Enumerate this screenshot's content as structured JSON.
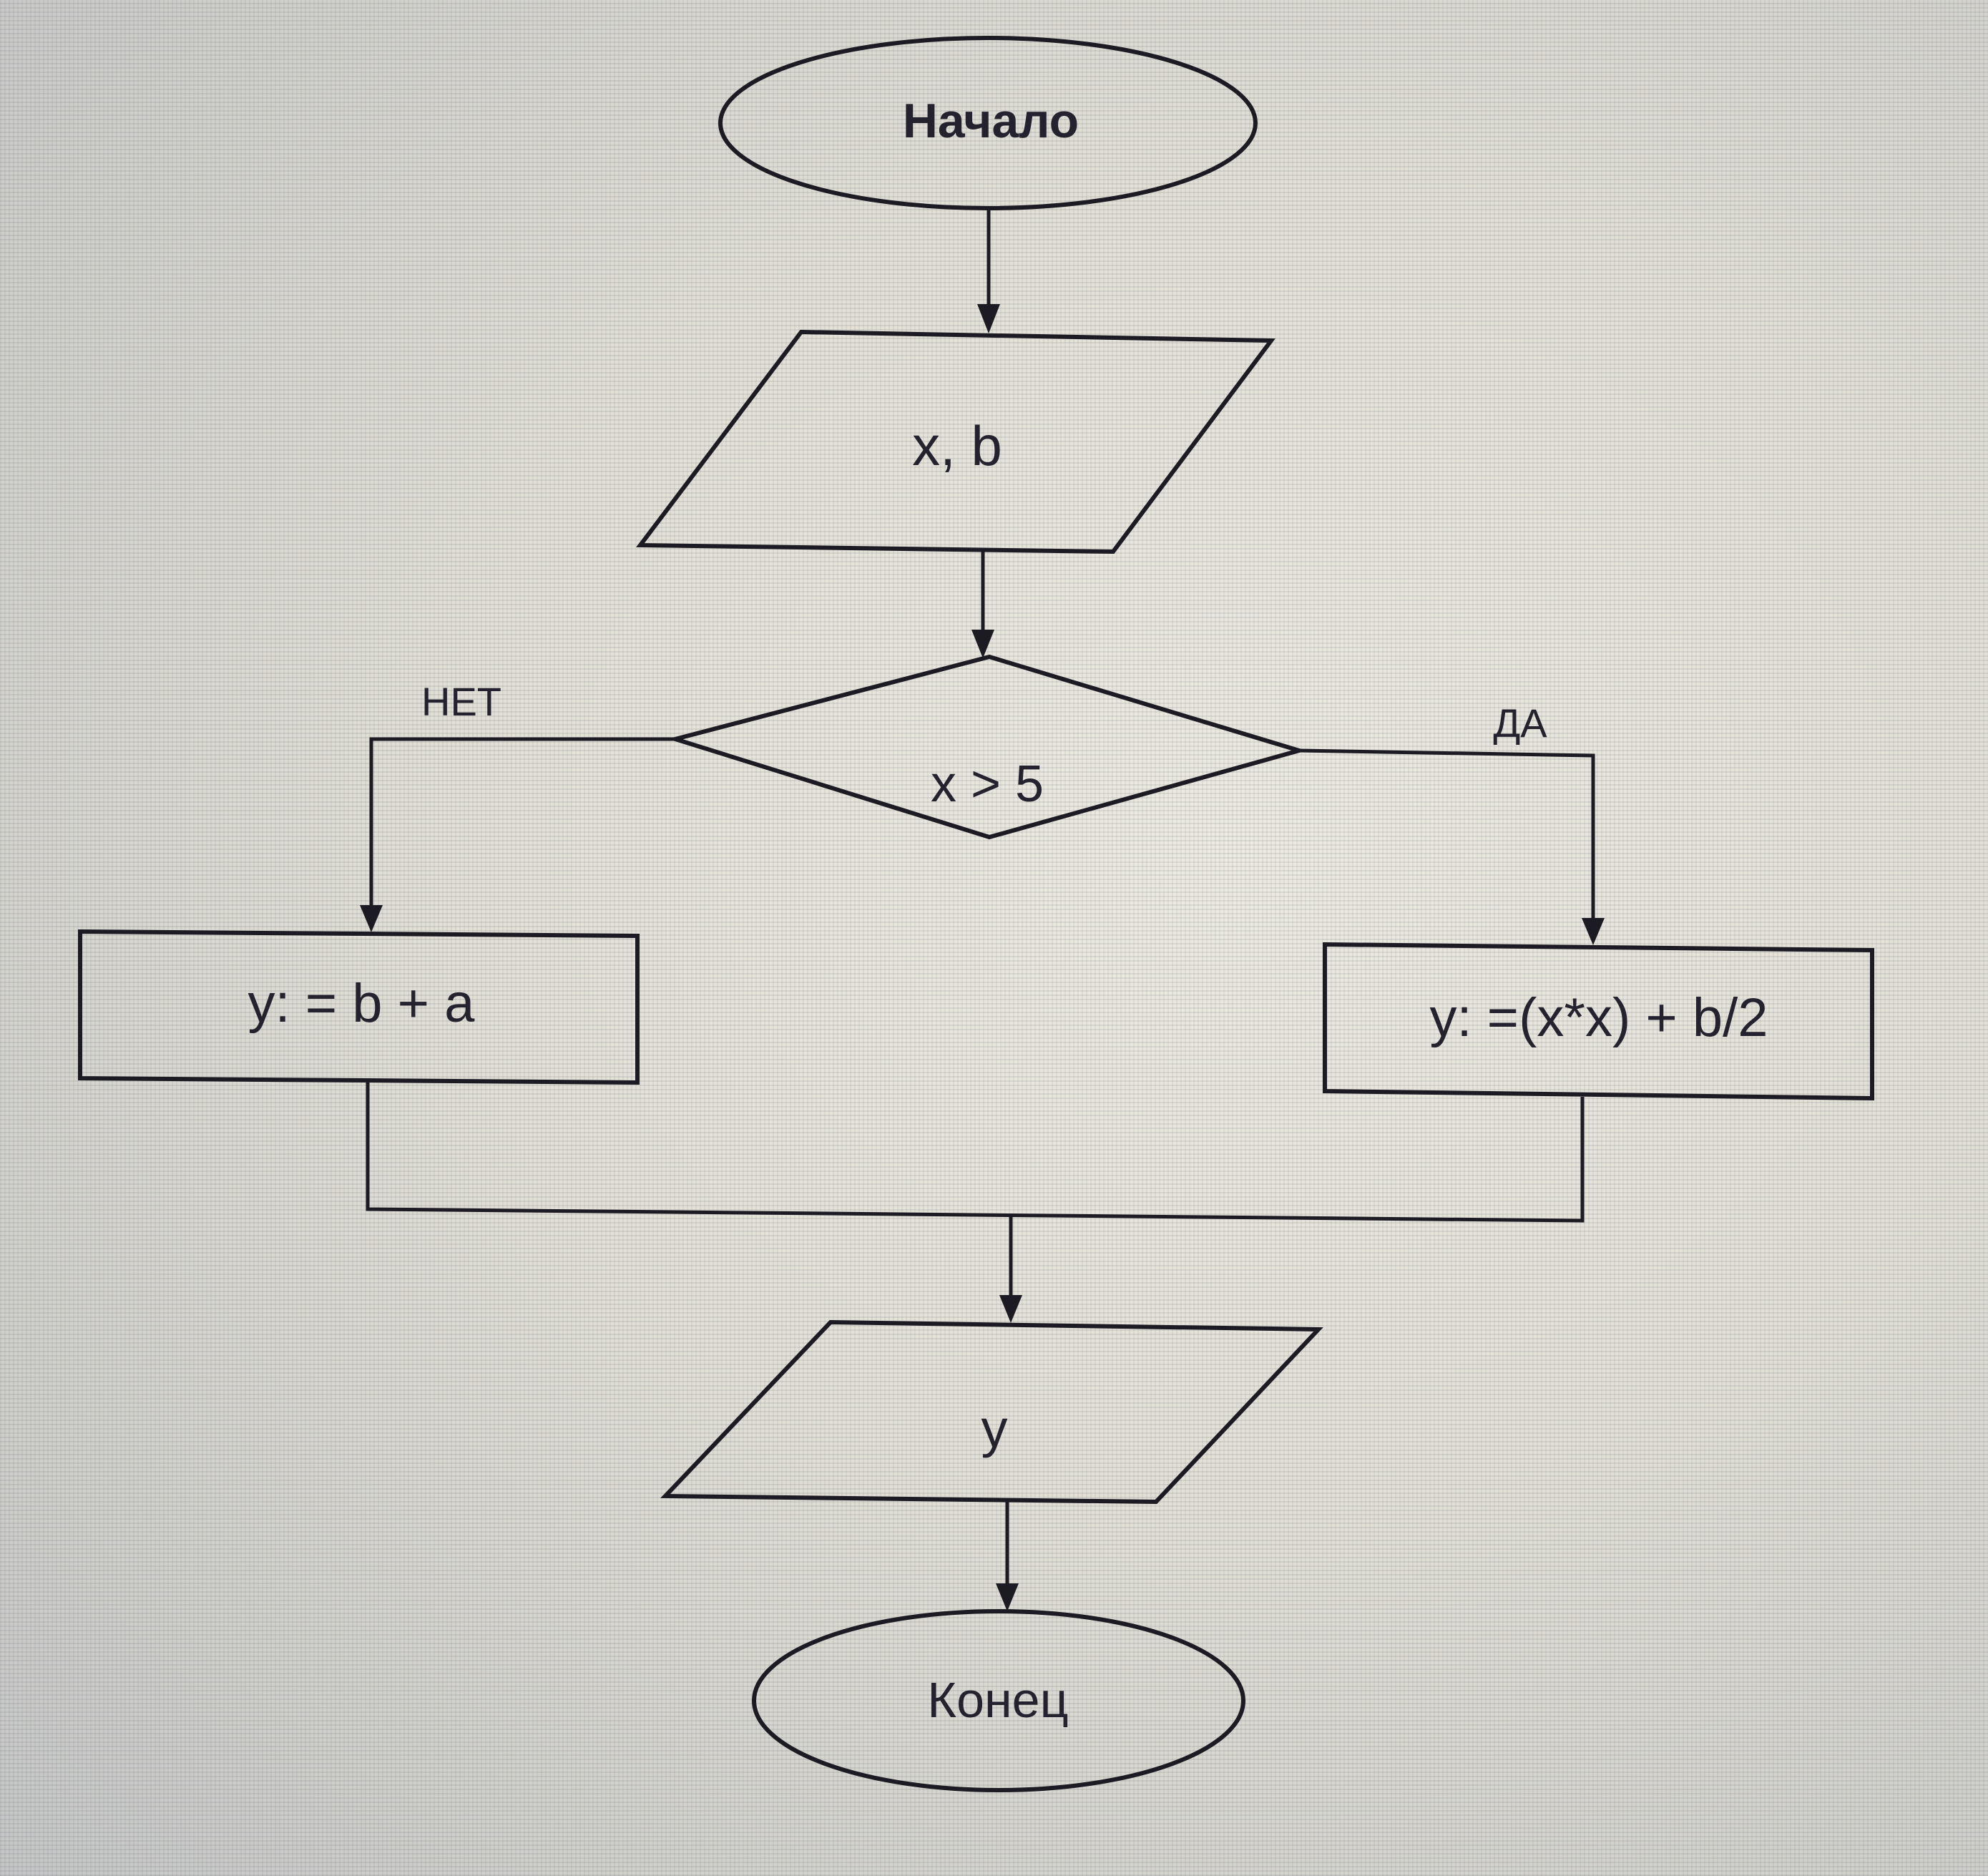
{
  "flowchart": {
    "start": {
      "label": "Начало"
    },
    "input": {
      "label": "x, b"
    },
    "decision": {
      "label": "x > 5"
    },
    "branch_no": {
      "label": "НЕТ"
    },
    "branch_yes": {
      "label": "ДА"
    },
    "process_no": {
      "label": "y: = b + a"
    },
    "process_yes": {
      "label": "y: =(x*x) + b/2"
    },
    "output": {
      "label": "y"
    },
    "end": {
      "label": "Конец"
    }
  },
  "colors": {
    "stroke": "#1c1a22",
    "text": "#24222e",
    "background": "#e2e0d7"
  }
}
